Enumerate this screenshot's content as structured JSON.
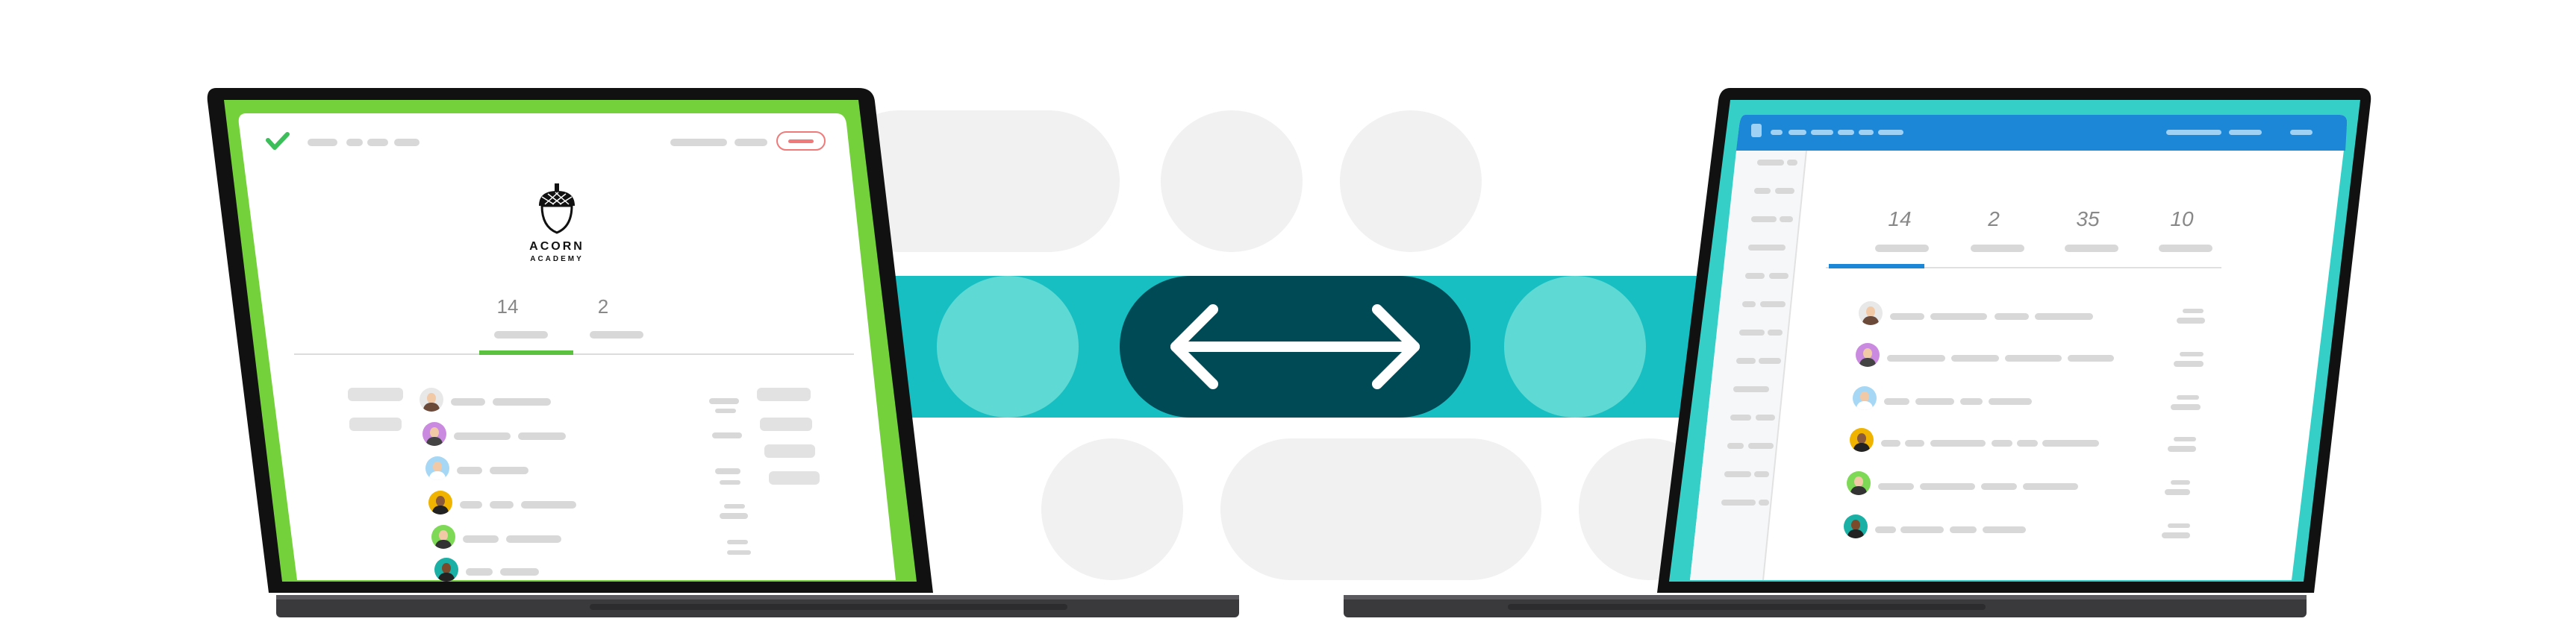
{
  "left_screen": {
    "brand_line1": "ACORN",
    "brand_line2": "ACADEMY",
    "tabs": [
      {
        "count": "14"
      },
      {
        "count": "2"
      }
    ]
  },
  "right_screen": {
    "tabs": [
      {
        "count": "14"
      },
      {
        "count": "2"
      },
      {
        "count": "35"
      },
      {
        "count": "10"
      }
    ]
  },
  "colors": {
    "left_frame": "#74d13b",
    "right_frame": "#35cfc7",
    "right_header": "#1b87d6",
    "band": "#17bfc3",
    "center_pill": "#004a56",
    "accent_green": "#5bc23f",
    "accent_blue": "#1b87d6"
  },
  "icons": [
    "checkmark-logo-icon",
    "acorn-logo-icon",
    "double-arrow-icon"
  ]
}
